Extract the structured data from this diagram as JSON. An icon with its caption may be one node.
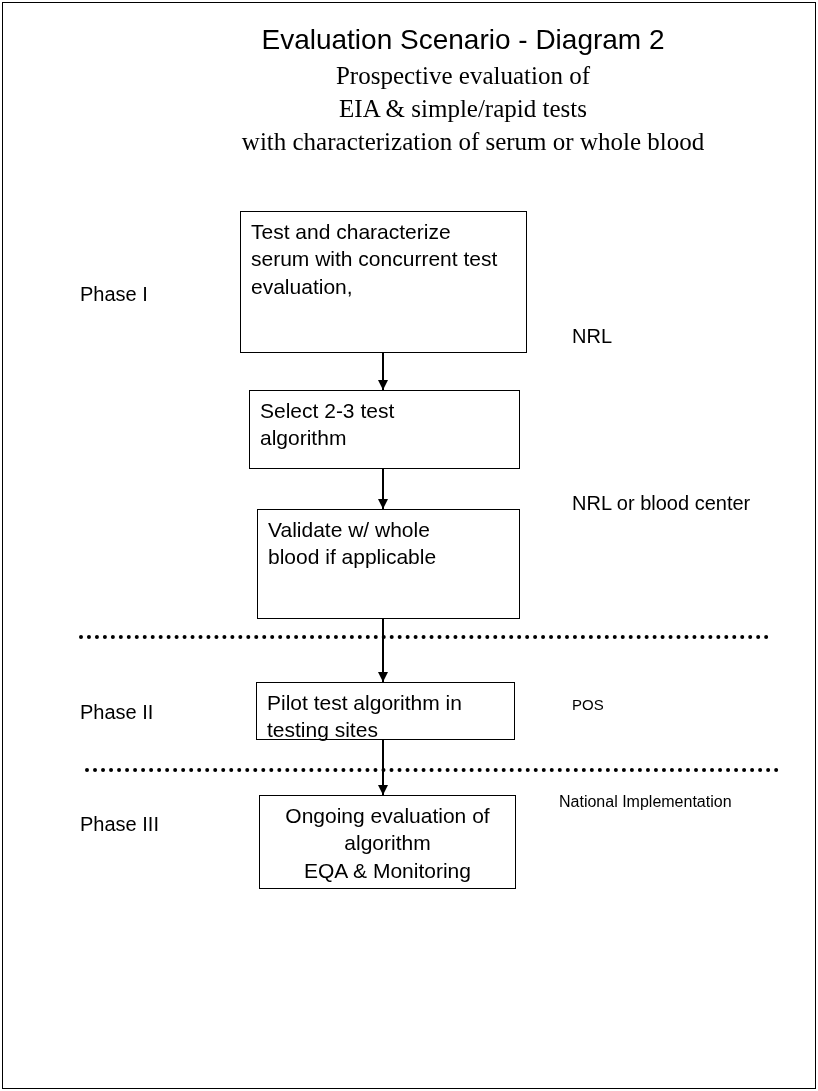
{
  "diagram": {
    "title": "Evaluation Scenario  - Diagram 2",
    "nodes": [
      {
        "text": [
          "Test and characterize serum with concurrent test evaluation,"
        ]
      },
      {
        "text": [
          "Select 2-3 test algorithm"
        ]
      },
      {
        "text": [
          "Validate w/ whole blood if applicable"
        ]
      },
      {
        "text": [
          "Pilot test algorithm in testing sites"
        ]
      },
      {
        "text": [
          "Ongoing evaluation of algorithm",
          "EQA & Monitoring"
        ]
      }
    ],
    "edges": [
      {
        "from": 0,
        "to": 1,
        "arrow": "to"
      },
      {
        "from": 1,
        "to": 2,
        "arrow": "to"
      },
      {
        "from": 2,
        "to": 3,
        "arrow": "to"
      },
      {
        "from": 3,
        "to": 4,
        "arrow": "to"
      }
    ],
    "labels": [
      "Prospective evaluation of",
      "EIA & simple/rapid tests",
      "with characterization of serum or whole blood",
      "Phase I",
      "NRL",
      "NRL or blood center",
      "Phase II",
      "POS",
      "Phase III",
      "National Implementation"
    ]
  }
}
